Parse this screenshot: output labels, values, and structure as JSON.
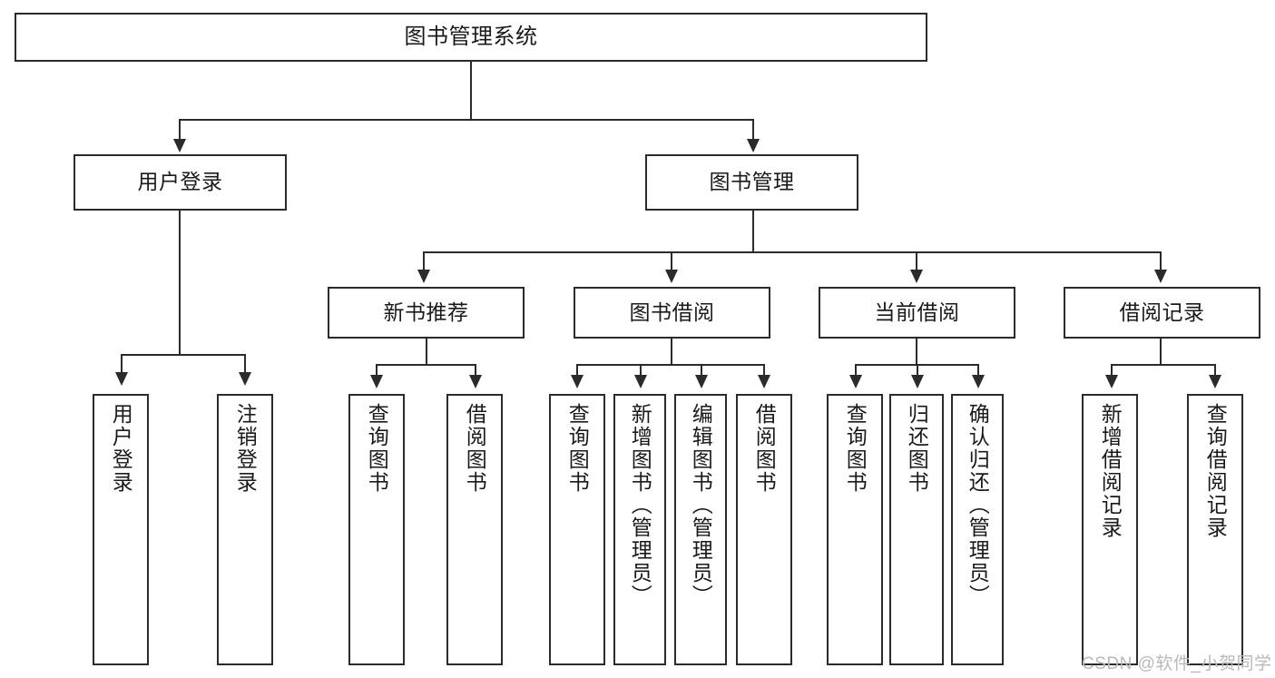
{
  "diagram": {
    "title": "图书管理系统",
    "type": "tree-hierarchy-chart",
    "orientation": "top-down",
    "root": {
      "label": "图书管理系统"
    },
    "level2": [
      {
        "label": "用户登录"
      },
      {
        "label": "图书管理"
      }
    ],
    "level3": [
      {
        "label": "新书推荐"
      },
      {
        "label": "图书借阅"
      },
      {
        "label": "当前借阅"
      },
      {
        "label": "借阅记录"
      }
    ],
    "leaves": {
      "user_login": [
        {
          "label": "用户登录"
        },
        {
          "label": "注销登录"
        }
      ],
      "new_book_recommend": [
        {
          "label": "查询图书"
        },
        {
          "label": "借阅图书"
        }
      ],
      "book_borrow": [
        {
          "label": "查询图书"
        },
        {
          "label": "新增图书（管理员）"
        },
        {
          "label": "编辑图书（管理员）"
        },
        {
          "label": "借阅图书"
        }
      ],
      "current_borrow": [
        {
          "label": "查询图书"
        },
        {
          "label": "归还图书"
        },
        {
          "label": "确认归还（管理员）"
        }
      ],
      "borrow_record": [
        {
          "label": "新增借阅记录"
        },
        {
          "label": "查询借阅记录"
        }
      ]
    }
  },
  "watermark": {
    "text": "CSDN @软件_小贺同学"
  },
  "colors": {
    "stroke": "#2b2b2b",
    "fill": "#ffffff",
    "text": "#1a1a1a",
    "watermark": "#b9b9b9"
  }
}
